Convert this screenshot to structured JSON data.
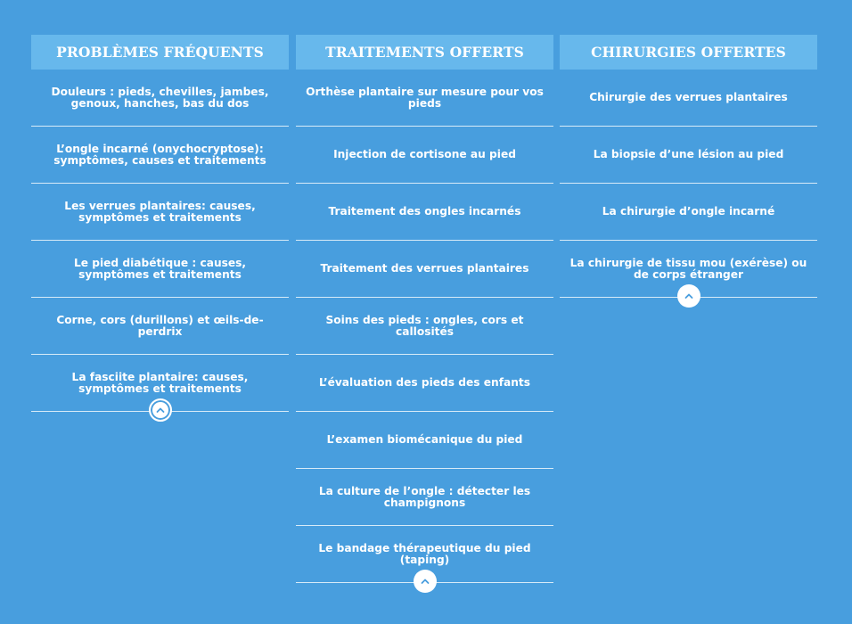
{
  "columns": [
    {
      "title": "PROBLÈMES FRÉQUENTS",
      "items": [
        "Douleurs : pieds, chevilles, jambes, genoux, hanches, bas du dos",
        "L’ongle incarné (onychocryptose): symptômes, causes et traitements",
        "Les verrues plantaires: causes, symptômes et traitements",
        "Le pied diabétique : causes, symptômes et traitements",
        "Corne, cors (durillons) et œils-de-perdrix",
        "La fasciite plantaire: causes, symptômes et traitements"
      ],
      "toggle_icon": "chevron-up-icon"
    },
    {
      "title": "TRAITEMENTS OFFERTS",
      "items": [
        "Orthèse plantaire sur mesure pour vos pieds",
        "Injection de cortisone au pied",
        "Traitement des ongles incarnés",
        "Traitement des verrues plantaires",
        "Soins des pieds : ongles, cors et callosités",
        "L’évaluation des pieds des enfants",
        "L’examen biomécanique du pied",
        "La culture de l’ongle : détecter les champignons",
        "Le bandage thérapeutique du pied (taping)"
      ],
      "toggle_icon": "chevron-up-icon"
    },
    {
      "title": "CHIRURGIES OFFERTES",
      "items": [
        "Chirurgie des verrues plantaires",
        "La biopsie d’une lésion au pied",
        "La chirurgie d’ongle incarné",
        "La chirurgie de tissu mou (exérèse) ou de corps étranger"
      ],
      "toggle_icon": "chevron-up-icon"
    }
  ],
  "colors": {
    "background": "#489ede",
    "header_bg": "#67b8ec",
    "text": "#ffffff",
    "divider": "#d7ebf8",
    "chevron": "#489ede"
  }
}
